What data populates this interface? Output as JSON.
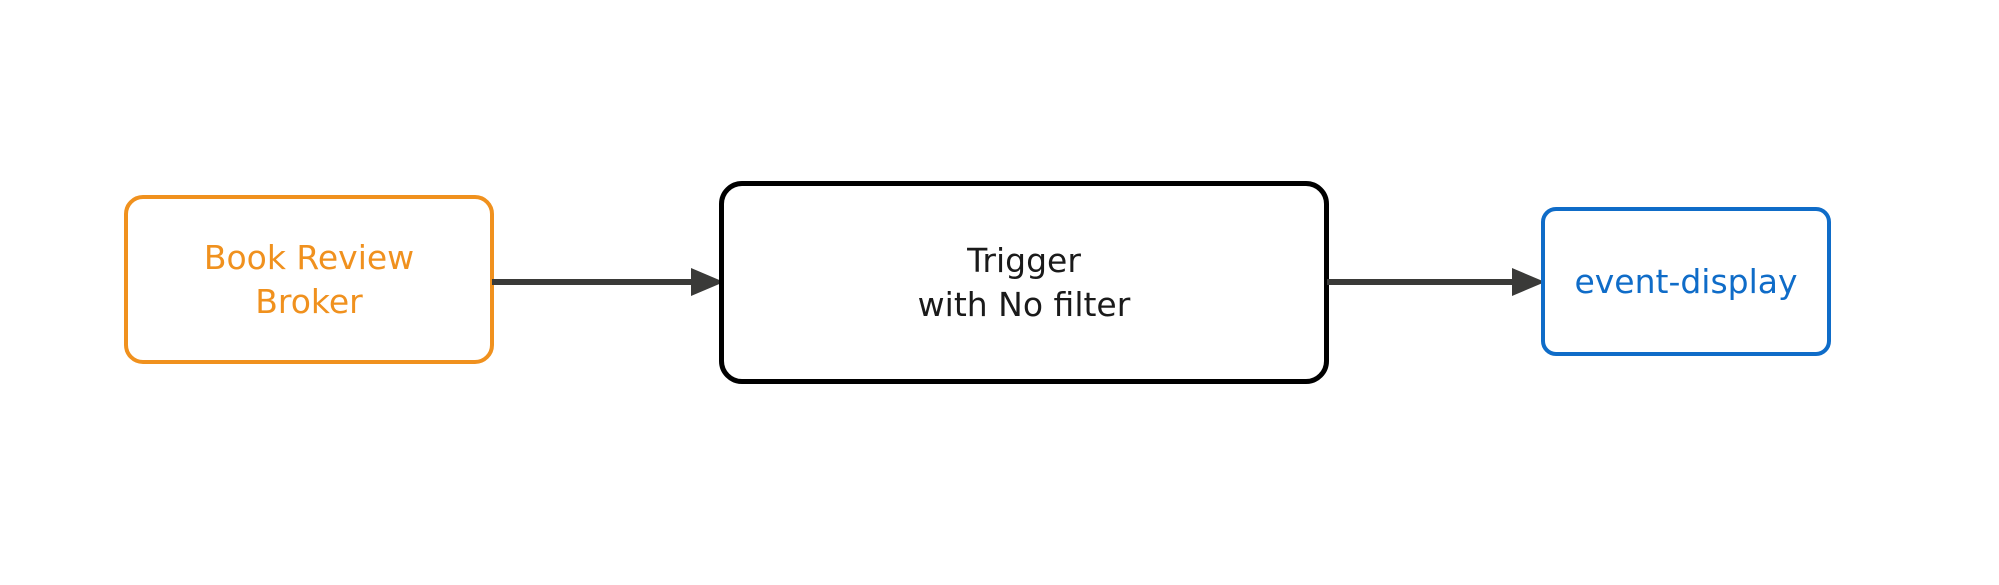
{
  "diagram": {
    "type": "flow",
    "background_color": "#ffffff",
    "orientation": "left-to-right",
    "nodes": [
      {
        "id": "broker",
        "role": "event-source-broker",
        "label_lines": [
          "Book Review",
          "Broker"
        ],
        "line1": "Book Review",
        "line2": "Broker",
        "shape": "rounded-rectangle",
        "stroke_color": "#f0911e",
        "text_color": "#f0911e",
        "fill_color": "#ffffff"
      },
      {
        "id": "trigger",
        "role": "trigger",
        "label_lines": [
          "Trigger",
          "with No filter"
        ],
        "line1": "Trigger",
        "line2": "with No filter",
        "shape": "rounded-rectangle",
        "stroke_color": "#000000",
        "text_color": "#1a1a1a",
        "fill_color": "#ffffff"
      },
      {
        "id": "sink",
        "role": "event-sink-service",
        "label_lines": [
          "event-display"
        ],
        "line1": "event-display",
        "shape": "rounded-rectangle",
        "stroke_color": "#0f6cc8",
        "text_color": "#0f6cc8",
        "fill_color": "#ffffff"
      }
    ],
    "edges": [
      {
        "id": "broker-to-trigger",
        "from": "broker",
        "to": "trigger",
        "label": "",
        "style": "solid",
        "arrowhead": "filled-triangle",
        "color": "#3a3a38"
      },
      {
        "id": "trigger-to-sink",
        "from": "trigger",
        "to": "sink",
        "label": "",
        "style": "solid",
        "arrowhead": "filled-triangle",
        "color": "#3a3a38"
      }
    ]
  }
}
